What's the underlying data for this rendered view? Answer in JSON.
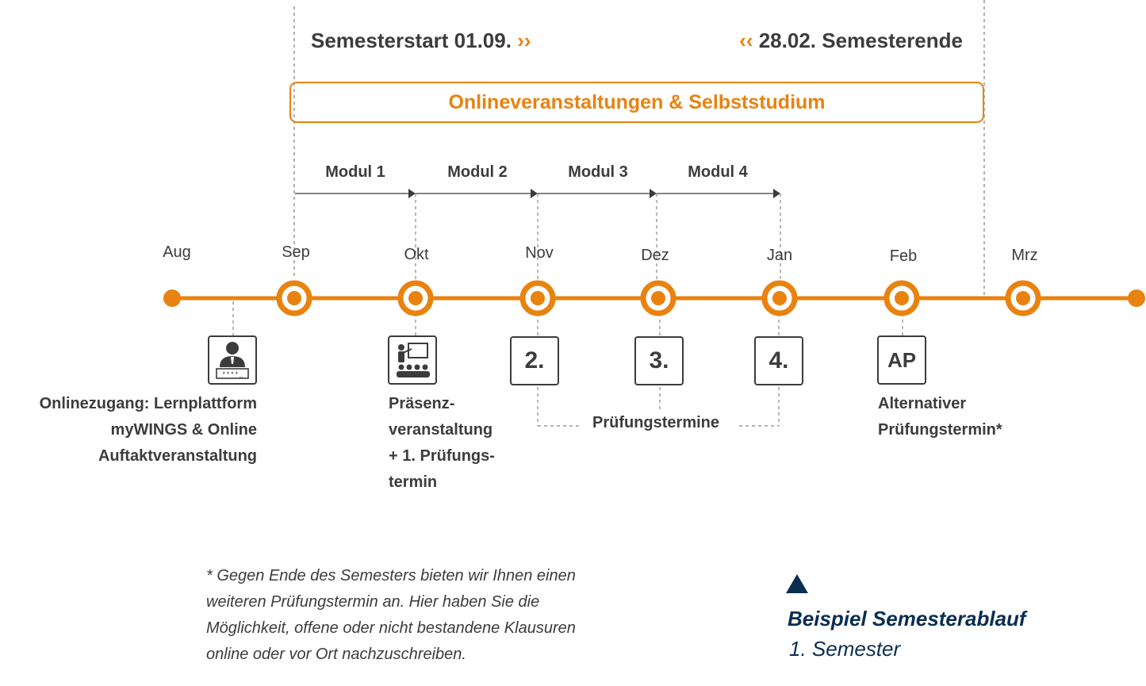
{
  "header": {
    "semester_start": "Semesterstart 01.09.",
    "start_chevron": "››",
    "semester_end": "28.02. Semesterende",
    "end_chevron": "‹‹"
  },
  "online_bar": {
    "label": "Onlineveranstaltungen & Selbststudium"
  },
  "modules": [
    "Modul 1",
    "Modul 2",
    "Modul 3",
    "Modul 4"
  ],
  "months": [
    "Aug",
    "Sep",
    "Okt",
    "Nov",
    "Dez",
    "Jan",
    "Feb",
    "Mrz"
  ],
  "markers": {
    "online_access": {
      "icon": "user-login-icon",
      "icon_text": "****_"
    },
    "presence": {
      "icon": "presentation-icon"
    },
    "exam_2": "2.",
    "exam_3": "3.",
    "exam_4": "4.",
    "alternative": "AP"
  },
  "captions": {
    "online_access": [
      "Onlinezugang: Lernplattform",
      "myWINGS & Online",
      "Auftaktveranstaltung"
    ],
    "presence": [
      "Präsenz-",
      "veranstaltung",
      "+ 1. Prüfungs-",
      "termin"
    ],
    "exams": "Prüfungstermine",
    "alternative": [
      "Alternativer",
      "Prüfungstermin*"
    ]
  },
  "footnote": [
    "* Gegen Ende des Semesters bieten wir Ihnen einen",
    "weiteren Prüfungstermin an. Hier haben Sie die",
    "Möglichkeit, offene oder nicht bestandene Klausuren",
    "online oder vor Ort nachzuschreiben."
  ],
  "example": {
    "title": "Beispiel Semesterablauf",
    "subtitle": "1. Semester"
  },
  "colors": {
    "accent": "#e9820f",
    "text": "#3c3c3c",
    "navy": "#0b2d52",
    "line": "#999999"
  }
}
